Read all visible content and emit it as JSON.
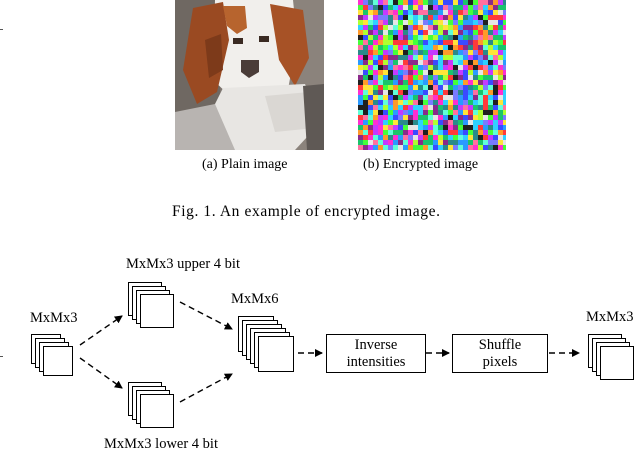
{
  "figure1": {
    "subcaption_a": "(a) Plain image",
    "subcaption_b": "(b) Encrypted image",
    "caption": "Fig. 1.  An example of encrypted image."
  },
  "figure2": {
    "input_label": "MxMx3",
    "upper_label": "MxMx3 upper 4 bit",
    "lower_label": "MxMx3 lower 4 bit",
    "concat_label": "MxMx6",
    "inverse_box": {
      "line1": "Inverse",
      "line2": "intensities"
    },
    "shuffle_box": {
      "line1": "Shuffle",
      "line2": "pixels"
    },
    "output_label": "MxMx3"
  },
  "colors": {
    "line": "#000000",
    "background": "#ffffff"
  }
}
